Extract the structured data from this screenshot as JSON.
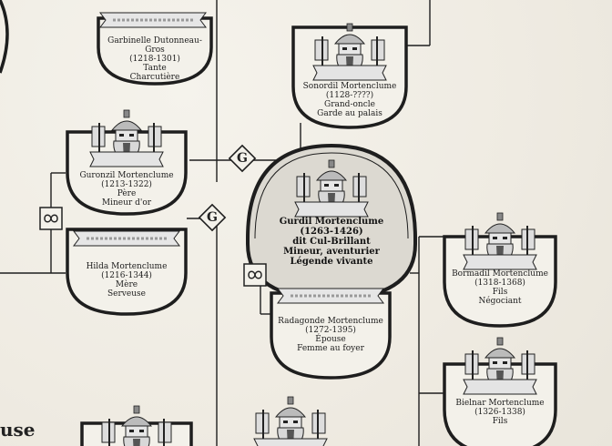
{
  "badges": {
    "grandparent": "G",
    "parent": "G"
  },
  "main": {
    "name": "Gurdil Mortenclume",
    "dates": "(1263-1426)",
    "alias": "dit Cul-Brillant",
    "role1": "Mineur, aventurier",
    "role2": "Légende vivante"
  },
  "people": [
    {
      "id": "garbinelle",
      "name": "Garbinelle Dutonneau-Gros",
      "dates": "(1218-1301)",
      "lines": [
        "Tante",
        "Charcutière"
      ]
    },
    {
      "id": "sonordil",
      "name": "Sonordil Mortenclume",
      "dates": "(1128-????)",
      "lines": [
        "Grand-oncle",
        "Garde au palais"
      ]
    },
    {
      "id": "guronzil",
      "name": "Guronzil Mortenclume",
      "dates": "(1213-1322)",
      "lines": [
        "Père",
        "Mineur d'or"
      ]
    },
    {
      "id": "hilda",
      "name": "Hilda Mortenclume",
      "dates": "(1216-1344)",
      "lines": [
        "Mère",
        "Serveuse"
      ]
    },
    {
      "id": "radagonde",
      "name": "Radagonde Mortenclume",
      "dates": "(1272-1395)",
      "lines": [
        "Épouse",
        "Femme au foyer"
      ]
    },
    {
      "id": "bormadil",
      "name": "Bormadil Mortenclume",
      "dates": "(1318-1368)",
      "lines": [
        "Fils",
        "Négociant"
      ]
    },
    {
      "id": "bielnar",
      "name": "Bielnar Mortenclume",
      "dates": "(1326-1338)",
      "lines": [
        "Fils"
      ]
    }
  ],
  "edge_text": "use"
}
